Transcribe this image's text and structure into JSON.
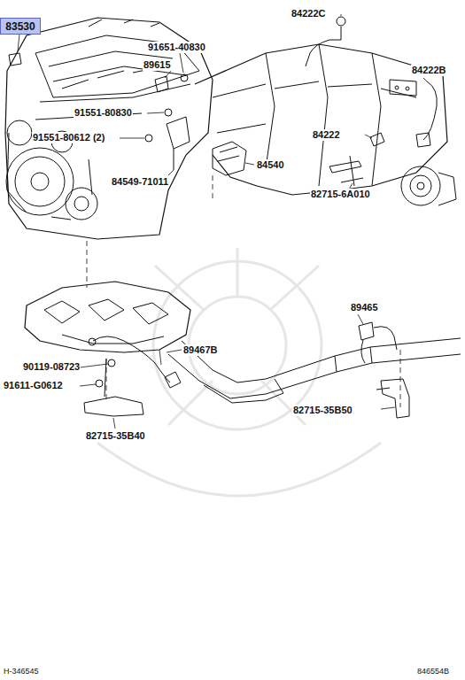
{
  "diagram": {
    "nodes": [
      {
        "text": [
          "83530"
        ]
      }
    ],
    "labels": [
      "91651-40830",
      "89615",
      "84222C",
      "84222B",
      "91551-80830",
      "91551-80612 (2)",
      "84222",
      "84540",
      "84549-71011",
      "82715-6A010",
      "89465",
      "89467B",
      "90119-08723",
      "91611-G0612",
      "82715-35B50",
      "82715-35B40",
      "H-346545",
      "846554B"
    ]
  }
}
